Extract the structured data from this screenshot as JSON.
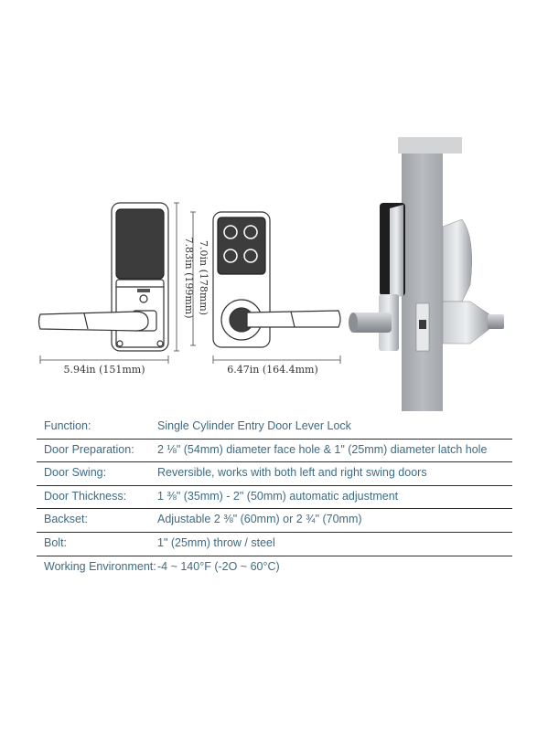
{
  "dimensions": {
    "width_back": "5.94in (151mm)",
    "height_back": "7.83in (199mm)",
    "height_front": "7.0in (178mm)",
    "width_front": "6.47in (164.4mm)"
  },
  "specs": [
    {
      "label": "Function:",
      "value": "Single Cylinder Entry Door Lever Lock"
    },
    {
      "label": "Door Preparation:",
      "value": "2 ⅛\" (54mm) diameter face hole & 1\" (25mm) diameter latch hole"
    },
    {
      "label": "Door Swing:",
      "value": "Reversible, works with both left and right swing doors"
    },
    {
      "label": "Door Thickness:",
      "value": "1 ⅜\" (35mm) - 2\" (50mm) automatic adjustment"
    },
    {
      "label": "Backset:",
      "value": "Adjustable 2 ⅜\" (60mm) or 2 ¾\" (70mm)"
    },
    {
      "label": "Bolt:",
      "value": "1\" (25mm) throw / steel"
    },
    {
      "label": "Working Environment:",
      "value": "-4 ~ 140°F (-2O ~ 60°C)"
    }
  ],
  "colors": {
    "label_text": "#3d6b82",
    "divider": "#2d2d2d"
  }
}
